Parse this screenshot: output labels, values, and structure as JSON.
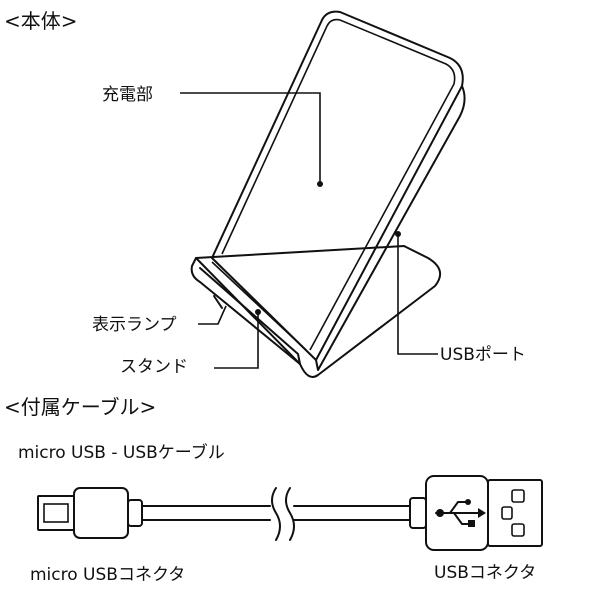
{
  "sections": {
    "body_heading": "<本体>",
    "accessory_heading": "<付属ケーブル>"
  },
  "labels": {
    "charging_part": "充電部",
    "indicator_lamp": "表示ランプ",
    "stand": "スタンド",
    "usb_port": "USBポート",
    "cable_name": "micro USB - USBケーブル",
    "micro_usb_connector": "micro USBコネクタ",
    "usb_connector": "USBコネクタ"
  }
}
